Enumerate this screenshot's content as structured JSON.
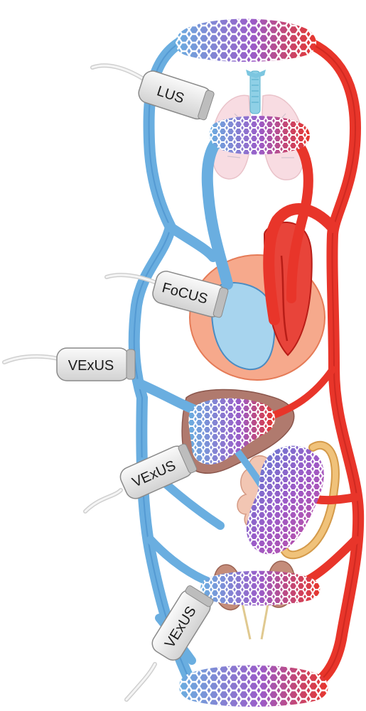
{
  "probes": [
    {
      "id": "lus",
      "label": "LUS"
    },
    {
      "id": "focus",
      "label": "FoCUS"
    },
    {
      "id": "vexus-1",
      "label": "VExUS"
    },
    {
      "id": "vexus-2",
      "label": "VExUS"
    },
    {
      "id": "vexus-3",
      "label": "VExUS"
    }
  ],
  "colors": {
    "venous": "#6aaee0",
    "venous_dark": "#3e86c6",
    "arterial": "#e8352a",
    "arterial_dark": "#b81d17",
    "capillary": "#9b5bc8",
    "heart_bg": "#f6a98c",
    "liver": "#b07a6e",
    "probe_body": "#e4e4e4"
  }
}
